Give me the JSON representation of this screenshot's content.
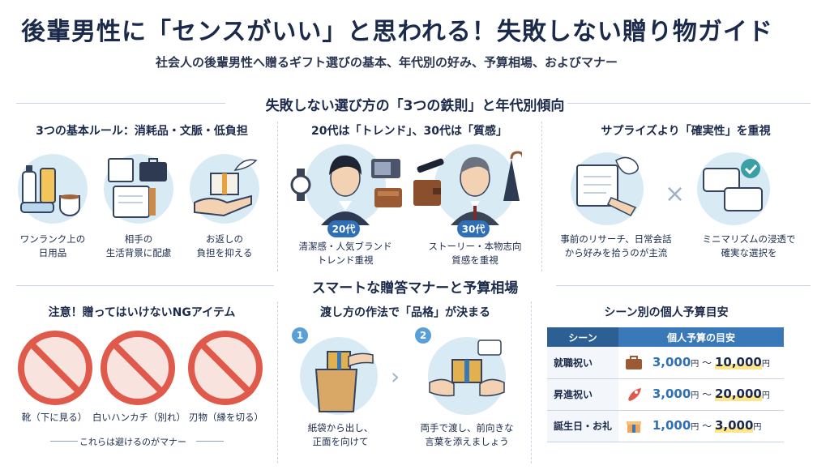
{
  "header": {
    "title": "後輩男性に「センスがいい」と思われる！失敗しない贈り物ガイド",
    "subtitle": "社会人の後輩男性へ贈るギフト選びの基本、年代別の好み、予算相場、およびマナー"
  },
  "section1": {
    "heading": "失敗しない選び方の「3つの鉄則」と年代別傾向",
    "rules": {
      "title": "3つの基本ルール：消耗品・文脈・低負担",
      "items": [
        {
          "caption": "ワンランク上の\n日用品",
          "icon": "daily-goods-icon"
        },
        {
          "caption": "相手の\n生活背景に配慮",
          "icon": "planner-briefcase-icon"
        },
        {
          "caption": "お返しの\n負担を抑える",
          "icon": "gift-in-hand-icon"
        }
      ]
    },
    "age": {
      "title": "20代は「トレンド」、30代は「質感」",
      "twenties": {
        "badge": "20代",
        "caption": "清潔感・人気ブランド\nトレンド重視"
      },
      "thirties": {
        "badge": "30代",
        "caption": "ストーリー・本物志向\n質感を重視"
      }
    },
    "certainty": {
      "title": "サプライズより「確実性」を重視",
      "left_caption": "事前のリサーチ、日常会話\nから好みを拾うのが主流",
      "right_caption": "ミニマリズムの浸透で\n確実な選択を"
    }
  },
  "section2": {
    "heading": "スマートな贈答マナーと予算相場",
    "ng": {
      "title": "注意！贈ってはいけないNGアイテム",
      "items": [
        {
          "caption": "靴（下に見る）",
          "icon": "shoes-icon"
        },
        {
          "caption": "白いハンカチ（別れ）",
          "icon": "white-handkerchief-icon"
        },
        {
          "caption": "刃物（縁を切る）",
          "icon": "knife-scissors-icon"
        }
      ],
      "note": "これらは避けるのがマナー"
    },
    "handing": {
      "title": "渡し方の作法で「品格」が決まる",
      "steps": [
        {
          "num": "1",
          "caption": "紙袋から出し、\n正面を向けて"
        },
        {
          "num": "2",
          "caption": "両手で渡し、前向きな\n言葉を添えましょう"
        }
      ]
    },
    "budget": {
      "title": "シーン別の個人予算目安",
      "col_scene": "シーン",
      "col_budget": "個人予算の目安",
      "yen": "円",
      "tilde": "～",
      "rows": [
        {
          "scene": "就職祝い",
          "low": "3,000",
          "high": "10,000",
          "icon": "briefcase-icon"
        },
        {
          "scene": "昇進祝い",
          "low": "3,000",
          "high": "20,000",
          "icon": "rocket-icon"
        },
        {
          "scene": "誕生日・お礼",
          "low": "1,000",
          "high": "3,000",
          "icon": "gift-box-icon"
        }
      ]
    }
  },
  "colors": {
    "accent": "#2f6fb5",
    "ng_red": "#e05a4b",
    "highlight": "#ffe58a",
    "circle_bg": "#d8ebf5"
  }
}
